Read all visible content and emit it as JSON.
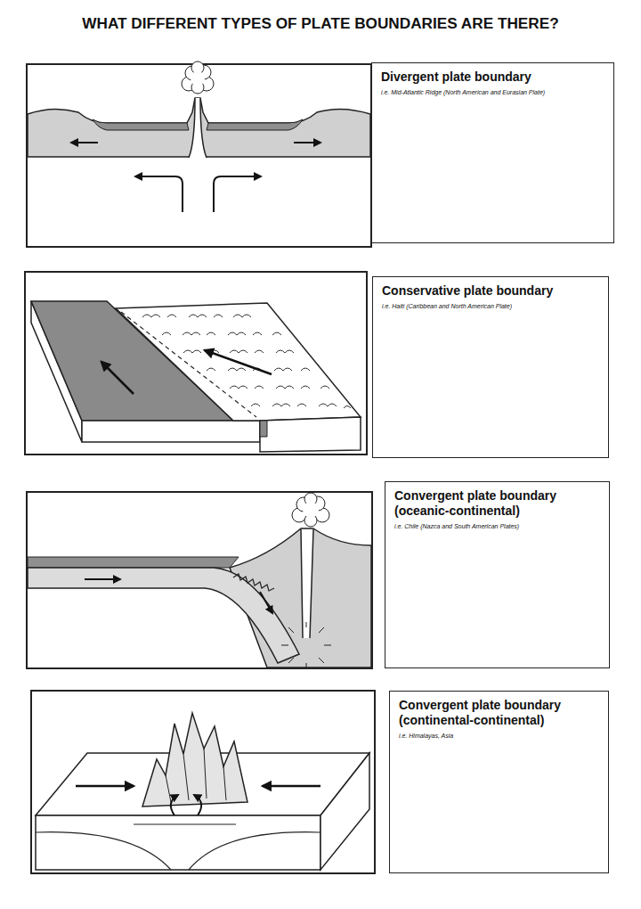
{
  "diagram": {
    "title": "WHAT DIFFERENT TYPES OF PLATE BOUNDARIES ARE THERE?",
    "nodes": [
      {
        "text": [
          "Divergent plate boundary",
          "i.e. Mid-Atlantic Ridge (North American and Eurasian Plate)"
        ]
      },
      {
        "text": [
          "Conservative plate boundary",
          "i.e. Haiti (Caribbean and North American Plate)"
        ]
      },
      {
        "text": [
          "Convergent plate boundary (oceanic-continental)",
          "i.e. Chile (Nazca and South American Plates)"
        ]
      },
      {
        "text": [
          "Convergent plate boundary (continental-continental)",
          "i.e. Himalayas, Asia"
        ]
      }
    ]
  }
}
